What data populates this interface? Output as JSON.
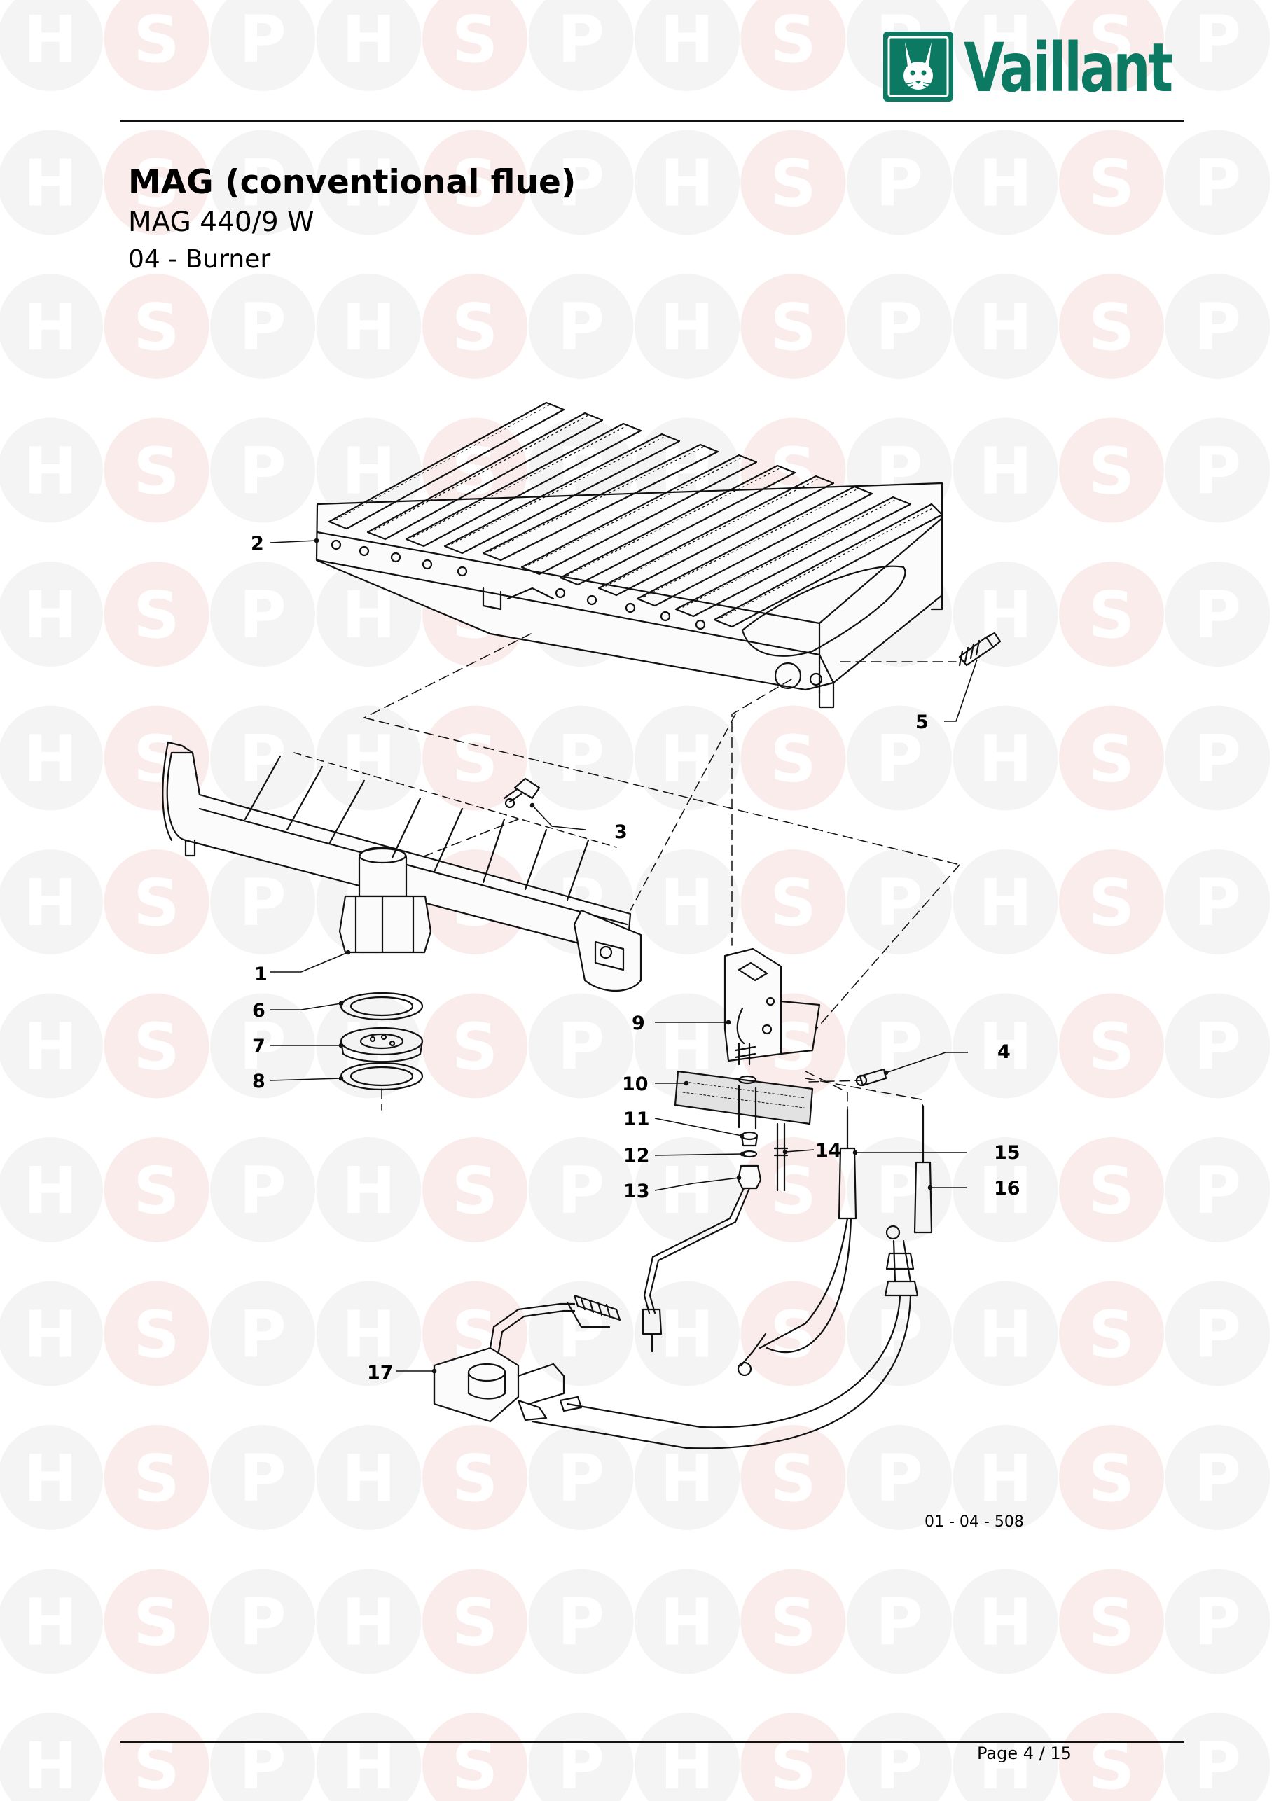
{
  "watermark": {
    "letters": [
      "H",
      "S",
      "P"
    ]
  },
  "brand": {
    "name": "Vaillant",
    "color": "#0c7a63",
    "mark_icon": "hare-logo-icon"
  },
  "document": {
    "title": "MAG (conventional flue)",
    "model": "MAG 440/9 W",
    "section": "04 - Burner",
    "drawing_ref": "01 - 04 - 508",
    "page_number": "Page 4 / 15"
  },
  "callouts": [
    "1",
    "2",
    "3",
    "4",
    "5",
    "6",
    "7",
    "8",
    "9",
    "10",
    "11",
    "12",
    "13",
    "14",
    "15",
    "16",
    "17"
  ]
}
